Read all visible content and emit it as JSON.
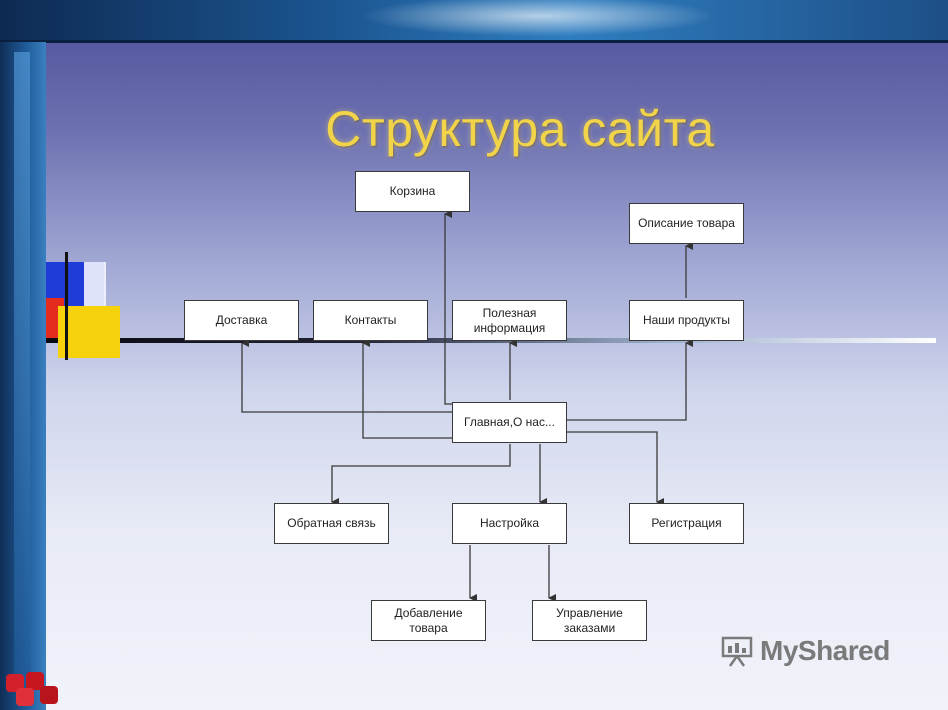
{
  "title": "Структура сайта",
  "nodes": {
    "korzina": "Корзина",
    "opisanie": "Описание товара",
    "dostavka": "Доставка",
    "kontakty": "Контакты",
    "poleznaya": "Полезная информация",
    "nashi": "Наши продукты",
    "glavnaya": "Главная,О нас...",
    "obratnaya": "Обратная связь",
    "nastroyka": "Настройка",
    "registraciya": "Регистрация",
    "dobavlenie": "Добавление товара",
    "upravlenie": "Управление заказами"
  },
  "watermark": {
    "text": "MyShared",
    "icon": "presentation-board-icon"
  },
  "colors": {
    "title": "#f1d44a",
    "accent_blue": "#1f3cd6",
    "accent_red": "#e32c1e",
    "accent_yellow": "#f6d20d"
  }
}
